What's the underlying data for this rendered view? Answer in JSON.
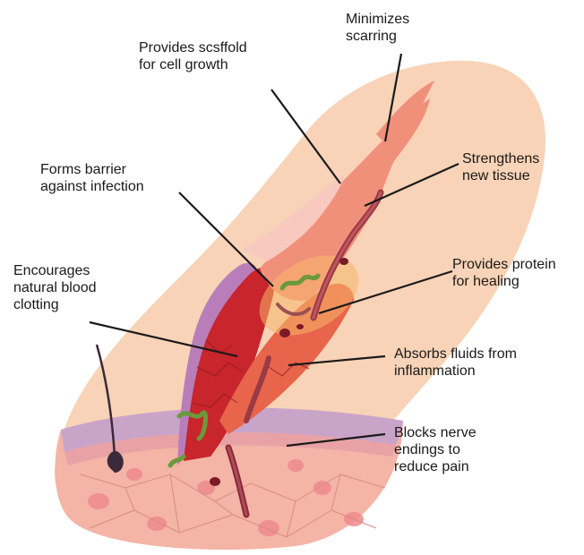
{
  "labels": [
    {
      "key": "scarring",
      "lines": [
        "Minimizes",
        "scarring"
      ]
    },
    {
      "key": "scaffold",
      "lines": [
        "Provides scsffold",
        "for cell growth"
      ]
    },
    {
      "key": "tissue",
      "lines": [
        "Strengthens",
        "new tissue"
      ]
    },
    {
      "key": "barrier",
      "lines": [
        "Forms barrier",
        "against infection"
      ]
    },
    {
      "key": "protein",
      "lines": [
        "Provides protein",
        "for healing"
      ]
    },
    {
      "key": "clotting",
      "lines": [
        "Encourages",
        "natural blood",
        "clotting"
      ]
    },
    {
      "key": "fluids",
      "lines": [
        "Absorbs fluids from",
        "inflammation"
      ]
    },
    {
      "key": "nerve",
      "lines": [
        "Blocks nerve",
        "endings to",
        "reduce pain"
      ]
    }
  ],
  "colors": {
    "outer_skin": "#f8d3b7",
    "skin_cross_section": "#f6b7a8",
    "skin_top_layer": "#c9a4c9",
    "wound_red": "#c8252c",
    "wound_orange": "#e8644a",
    "wound_light": "#f1907a",
    "scaffold_pink": "#f5c0b6",
    "fibers_green": "#6a9a3a",
    "fibers_dark": "#7a2f3a",
    "leader_line": "#1a1a1a"
  }
}
